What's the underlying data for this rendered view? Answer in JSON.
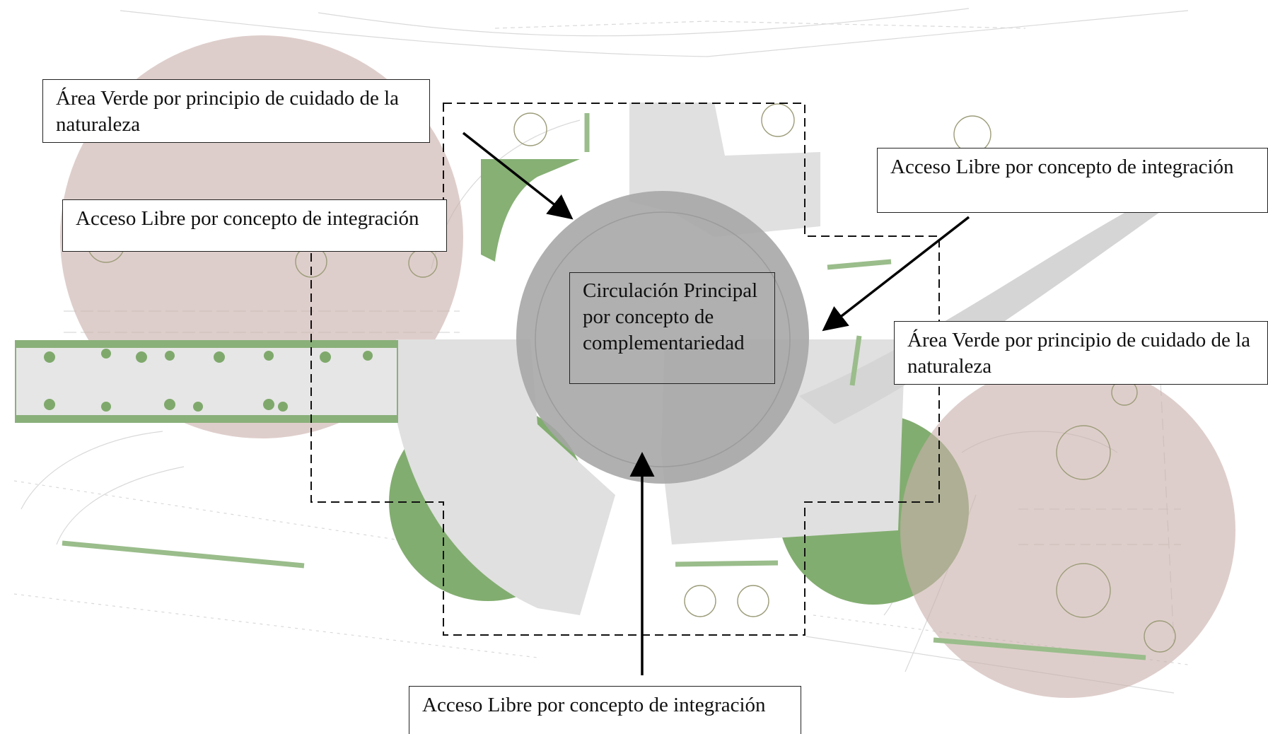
{
  "labels": {
    "area_verde_top_left": "Área Verde por principio de cuidado de la naturaleza",
    "acceso_libre_left": "Acceso Libre por concepto de integración",
    "acceso_libre_top_right": "Acceso Libre por concepto de integración",
    "area_verde_right": "Área Verde por principio de cuidado de la naturaleza",
    "circulacion_principal": "Circulación Principal por concepto de complementariedad",
    "acceso_libre_bottom": "Acceso Libre por concepto de integración"
  },
  "colors": {
    "green_area_overlay": "#c9b0ab",
    "vegetation_green": "#7fa96c",
    "central_circle": "#a8a8a8",
    "plaza_grey": "#e2e2e2",
    "drawing_lines": "#cfcfcf",
    "dashed_outline": "#111111",
    "arrow": "#000000"
  }
}
